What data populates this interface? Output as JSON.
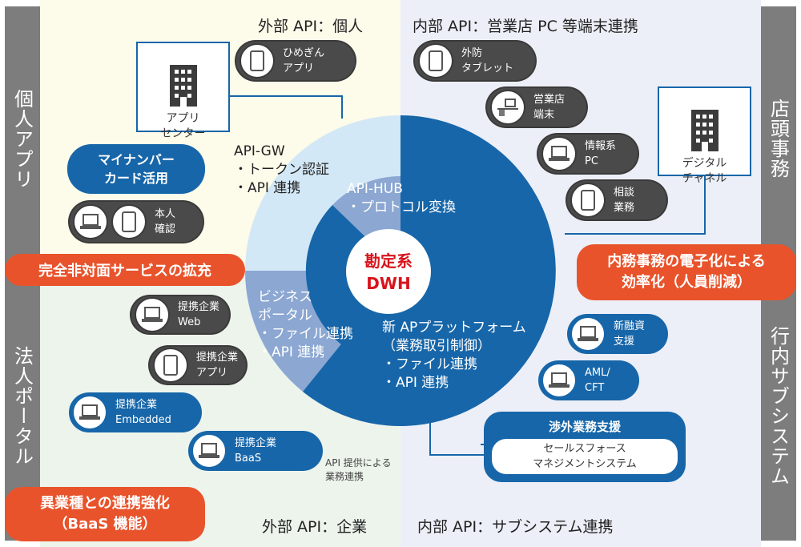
{
  "quadrants": {
    "top_left_title": "外部 API：個人",
    "top_right_title": "内部 API：営業店 PC 等端末連携",
    "bottom_left_title": "外部 API：企業",
    "bottom_right_title": "内部 API：サブシステム連携"
  },
  "side_labels": {
    "left_top": "個人アプリ",
    "left_bottom": "法人ポータル",
    "right_top": "店頭事務",
    "right_bottom": "行内サブシステム"
  },
  "center": {
    "core_label": "勘定系\nDWH",
    "api_gw": "API-GW\n・トークン認証\n・API 連携",
    "api_hub": "API-HUB\n・プロトコル変換",
    "business_portal": "ビジネス\nポータル\n・ファイル連携\n・API 連携",
    "new_ap_platform": "新 APプラットフォーム\n（業務取引制御）\n・ファイル連携\n・API 連携"
  },
  "buildings": {
    "app_center": "アプリ\nセンター",
    "digital_channel": "デジタル\nチャネル"
  },
  "personal": {
    "himegin_app": "ひめぎん\nアプリ",
    "mynumber": "マイナンバー\nカード活用",
    "identity_check": "本人\n確認"
  },
  "branch_devices": [
    {
      "label": "外防\nタブレット",
      "icon": "tablet-icon"
    },
    {
      "label": "営業店\n端末",
      "icon": "desk-terminal-icon"
    },
    {
      "label": "情報系\nPC",
      "icon": "laptop-icon"
    },
    {
      "label": "相談\n業務",
      "icon": "tablet-icon"
    }
  ],
  "corporate": [
    {
      "label": "提携企業\nWeb",
      "icon": "laptop-icon",
      "style": "dark"
    },
    {
      "label": "提携企業\nアプリ",
      "icon": "tablet-icon",
      "style": "dark"
    },
    {
      "label": "提携企業\nEmbedded",
      "icon": "laptop-icon",
      "style": "blue"
    },
    {
      "label": "提携企業\nBaaS",
      "icon": "laptop-icon",
      "style": "blue"
    }
  ],
  "subsystems": [
    {
      "label": "新融資\n支援",
      "icon": "laptop-icon"
    },
    {
      "label": "AML/\nCFT",
      "icon": "laptop-icon"
    }
  ],
  "sales_support": {
    "title": "渉外業務支援",
    "system": "セールスフォース\nマネジメントシステム"
  },
  "api_note": "API 提供による\n業務連携",
  "goals": {
    "non_face_to_face": "完全非対面サービスの拡充",
    "back_office": "内務事務の電子化による\n効率化（人員削減）",
    "cross_industry": "異業種との連携強化\n（BaaS 機能）"
  },
  "colors": {
    "primary_blue": "#1766a9",
    "mid_blue": "#8ba7d2",
    "light_blue": "#d3e8f6",
    "accent_orange": "#e8532b",
    "core_red": "#d8141c",
    "dark_pill": "#4a4a4a",
    "side_gray": "#7d7d7d"
  }
}
